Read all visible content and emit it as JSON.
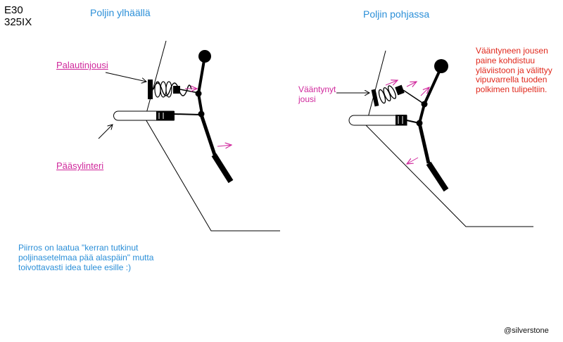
{
  "model": "E30\n325IX",
  "left_view": {
    "title": "Poljin ylhäällä",
    "labels": {
      "return_spring": "Palautinjousi",
      "master_cylinder": "Pääsylinteri"
    }
  },
  "right_view": {
    "title": "Poljin pohjassa",
    "labels": {
      "bent_spring": "Vääntynyt\njousi"
    },
    "note": "Vääntyneen jousen\npaine kohdistuu\nyläviistoon ja välittyy\nvipuvarrella tuoden\npolkimen tulipeltiin."
  },
  "footnote": "Piirros on laatua \"kerran tutkinut\npoljinasetelmaa pää alaspäin\" mutta\ntoivottavasti idea tulee esille :)",
  "credit": "@silverstone",
  "colors": {
    "title_blue": "#2b8fd8",
    "label_magenta": "#d0289c",
    "note_red": "#e0281c",
    "ink": "#000000"
  }
}
